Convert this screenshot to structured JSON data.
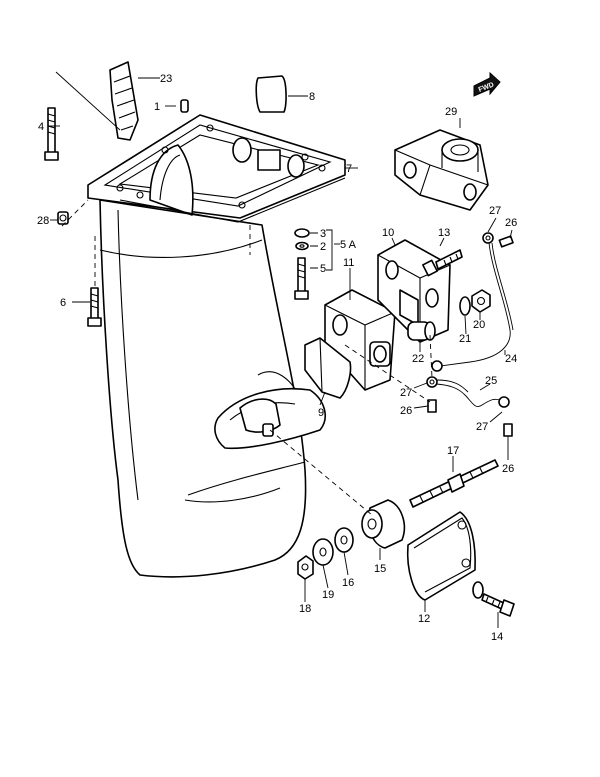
{
  "badge": {
    "fwd": "FWD"
  },
  "callouts": {
    "c1": "1",
    "c2": "2",
    "c3": "3",
    "c4": "4",
    "c5a": "5 A",
    "c5": "5",
    "c6": "6",
    "c7": "7",
    "c8": "8",
    "c9": "9",
    "c10": "10",
    "c11": "11",
    "c12": "12",
    "c13": "13",
    "c14": "14",
    "c15": "15",
    "c16": "16",
    "c17": "17",
    "c18": "18",
    "c19": "19",
    "c20": "20",
    "c21": "21",
    "c22": "22",
    "c23": "23",
    "c24": "24",
    "c25": "25",
    "c26a": "26",
    "c26b": "26",
    "c26c": "26",
    "c27a": "27",
    "c27b": "27",
    "c27c": "27",
    "c28": "28",
    "c29": "29"
  }
}
